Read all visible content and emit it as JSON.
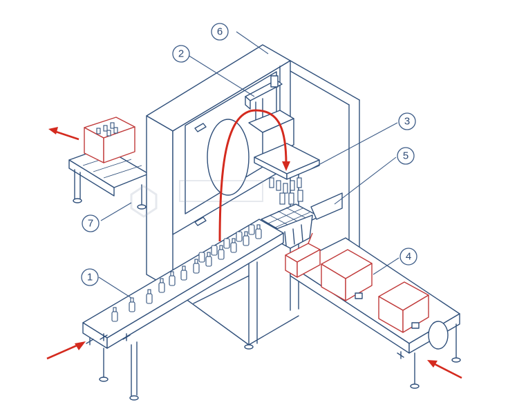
{
  "callouts": [
    {
      "id": "callout-1",
      "label": "1"
    },
    {
      "id": "callout-2",
      "label": "2"
    },
    {
      "id": "callout-3",
      "label": "3"
    },
    {
      "id": "callout-4",
      "label": "4"
    },
    {
      "id": "callout-5",
      "label": "5"
    },
    {
      "id": "callout-6",
      "label": "6"
    },
    {
      "id": "callout-7",
      "label": "7"
    }
  ],
  "colors": {
    "line": "#2f4f7a",
    "flow_arrow": "#d42a1e",
    "carton": "#c03a3a",
    "callout": "#3b5a86"
  },
  "icons": [
    "flow-arrow-icon"
  ]
}
